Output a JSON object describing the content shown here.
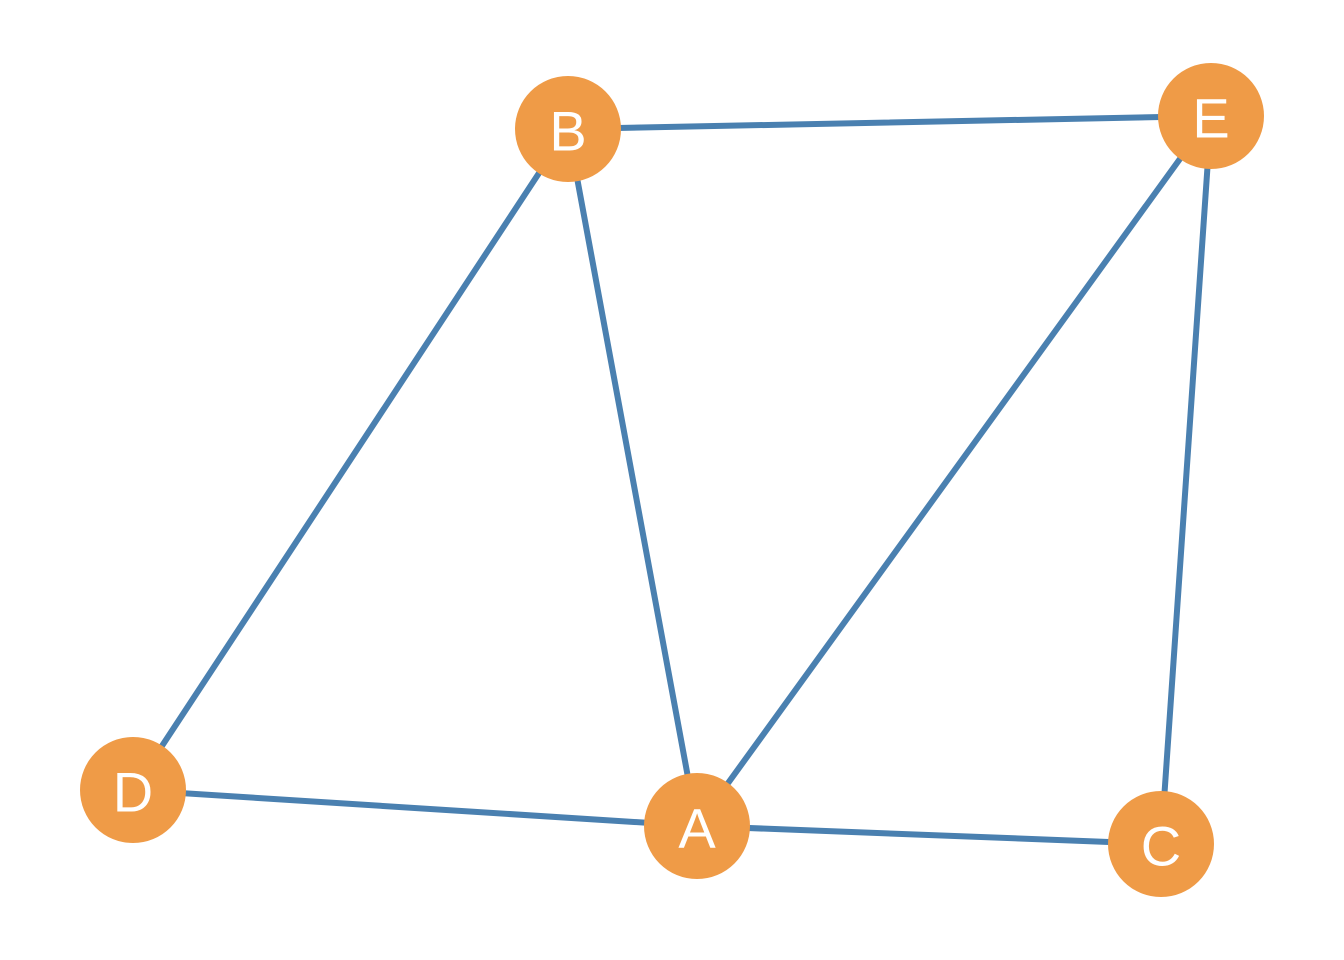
{
  "colors": {
    "node_fill": "#ef9b47",
    "edge_stroke": "#4a80b0",
    "label_text": "#ffffff",
    "background": "#ffffff"
  },
  "graph": {
    "nodes": [
      {
        "id": "A",
        "label": "A"
      },
      {
        "id": "B",
        "label": "B"
      },
      {
        "id": "C",
        "label": "C"
      },
      {
        "id": "D",
        "label": "D"
      },
      {
        "id": "E",
        "label": "E"
      }
    ],
    "edges": [
      {
        "source": "B",
        "target": "E"
      },
      {
        "source": "B",
        "target": "D"
      },
      {
        "source": "B",
        "target": "A"
      },
      {
        "source": "E",
        "target": "A"
      },
      {
        "source": "E",
        "target": "C"
      },
      {
        "source": "D",
        "target": "A"
      },
      {
        "source": "A",
        "target": "C"
      }
    ]
  }
}
